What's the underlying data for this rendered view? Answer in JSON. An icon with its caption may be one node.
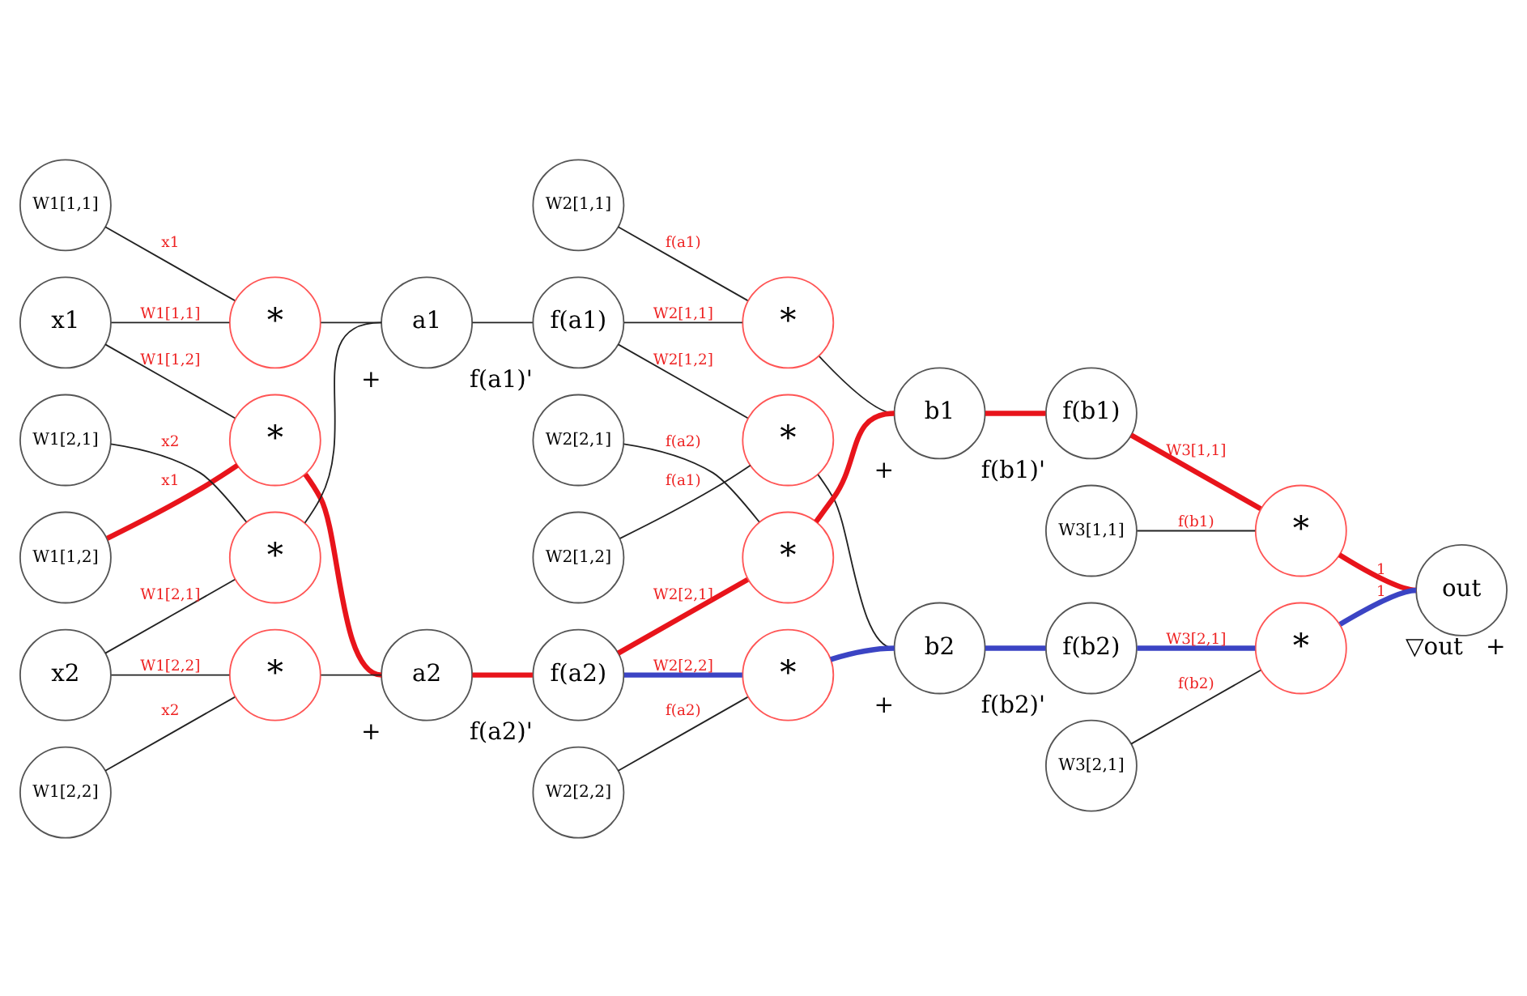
{
  "diagram": {
    "nodes": [
      {
        "text": [
          "W1[1,1]"
        ]
      },
      {
        "text": [
          "x1"
        ]
      },
      {
        "text": [
          "W1[1,2]"
        ]
      },
      {
        "text": [
          "W1[2,1]"
        ]
      },
      {
        "text": [
          "x2"
        ]
      },
      {
        "text": [
          "W1[2,2]"
        ]
      },
      {
        "text": [
          "*"
        ]
      },
      {
        "text": [
          "*"
        ]
      },
      {
        "text": [
          "*"
        ]
      },
      {
        "text": [
          "*"
        ]
      },
      {
        "text": [
          "a1"
        ],
        "beside": [
          "+"
        ]
      },
      {
        "text": [
          "a2"
        ],
        "beside": [
          "+"
        ]
      },
      {
        "text": [
          "f(a1)"
        ],
        "beside": [
          "f(a1)'"
        ]
      },
      {
        "text": [
          "f(a2)"
        ],
        "beside": [
          "f(a2)'"
        ]
      },
      {
        "text": [
          "W2[1,1]"
        ]
      },
      {
        "text": [
          "W2[1,2]"
        ]
      },
      {
        "text": [
          "W2[2,1]"
        ]
      },
      {
        "text": [
          "W2[2,2]"
        ]
      },
      {
        "text": [
          "*"
        ]
      },
      {
        "text": [
          "*"
        ]
      },
      {
        "text": [
          "*"
        ]
      },
      {
        "text": [
          "*"
        ]
      },
      {
        "text": [
          "b1"
        ],
        "beside": [
          "+"
        ]
      },
      {
        "text": [
          "b2"
        ],
        "beside": [
          "+"
        ]
      },
      {
        "text": [
          "f(b1)"
        ],
        "beside": [
          "f(b1)'"
        ]
      },
      {
        "text": [
          "f(b2)"
        ],
        "beside": [
          "f(b2)'"
        ]
      },
      {
        "text": [
          "W3[1,1]"
        ]
      },
      {
        "text": [
          "W3[2,1]"
        ]
      },
      {
        "text": [
          "*"
        ]
      },
      {
        "text": [
          "*"
        ]
      },
      {
        "text": [
          "out"
        ],
        "beside": [
          "▽out",
          "+"
        ]
      }
    ],
    "edges": [
      {
        "from": 0,
        "to": 6,
        "arrow": "none",
        "label": "x1"
      },
      {
        "from": 1,
        "to": 6,
        "arrow": "none",
        "label": "W1[1,1]"
      },
      {
        "from": 1,
        "to": 7,
        "arrow": "none",
        "label": "W1[1,2]"
      },
      {
        "from": 2,
        "to": 7,
        "arrow": "none",
        "label": "x1",
        "style": "thick",
        "color": "#e8141b"
      },
      {
        "from": 3,
        "to": 8,
        "arrow": "none",
        "label": "x2"
      },
      {
        "from": 4,
        "to": 8,
        "arrow": "none",
        "label": "W1[2,1]"
      },
      {
        "from": 4,
        "to": 9,
        "arrow": "none",
        "label": "W1[2,2]"
      },
      {
        "from": 5,
        "to": 9,
        "arrow": "none",
        "label": "x2"
      },
      {
        "from": 6,
        "to": 10,
        "arrow": "none"
      },
      {
        "from": 7,
        "to": 11,
        "arrow": "none",
        "style": "thick",
        "color": "#e8141b"
      },
      {
        "from": 8,
        "to": 10,
        "arrow": "none"
      },
      {
        "from": 9,
        "to": 11,
        "arrow": "none"
      },
      {
        "from": 10,
        "to": 12,
        "arrow": "none"
      },
      {
        "from": 11,
        "to": 13,
        "arrow": "none",
        "style": "thick",
        "color": "#e8141b"
      },
      {
        "from": 14,
        "to": 18,
        "arrow": "none",
        "label": "f(a1)"
      },
      {
        "from": 12,
        "to": 18,
        "arrow": "none",
        "label": "W2[1,1]"
      },
      {
        "from": 12,
        "to": 19,
        "arrow": "none",
        "label": "W2[1,2]"
      },
      {
        "from": 15,
        "to": 19,
        "arrow": "none",
        "label": "f(a1)"
      },
      {
        "from": 16,
        "to": 20,
        "arrow": "none",
        "label": "f(a2)"
      },
      {
        "from": 13,
        "to": 20,
        "arrow": "none",
        "label": "W2[2,1]",
        "style": "thick",
        "color": "#e8141b"
      },
      {
        "from": 13,
        "to": 21,
        "arrow": "none",
        "label": "W2[2,2]",
        "style": "thick",
        "color": "#3b44c4"
      },
      {
        "from": 17,
        "to": 21,
        "arrow": "none",
        "label": "f(a2)"
      },
      {
        "from": 18,
        "to": 22,
        "arrow": "none"
      },
      {
        "from": 19,
        "to": 23,
        "arrow": "none"
      },
      {
        "from": 20,
        "to": 22,
        "arrow": "none",
        "style": "thick",
        "color": "#e8141b"
      },
      {
        "from": 21,
        "to": 23,
        "arrow": "none",
        "style": "thick",
        "color": "#3b44c4"
      },
      {
        "from": 22,
        "to": 24,
        "arrow": "none",
        "style": "thick",
        "color": "#e8141b"
      },
      {
        "from": 23,
        "to": 25,
        "arrow": "none",
        "style": "thick",
        "color": "#3b44c4"
      },
      {
        "from": 24,
        "to": 28,
        "arrow": "none",
        "label": "W3[1,1]",
        "style": "thick",
        "color": "#e8141b"
      },
      {
        "from": 26,
        "to": 28,
        "arrow": "none",
        "label": "f(b1)"
      },
      {
        "from": 27,
        "to": 29,
        "arrow": "none",
        "label": "f(b2)"
      },
      {
        "from": 25,
        "to": 29,
        "arrow": "none",
        "label": "W3[2,1]",
        "style": "thick",
        "color": "#3b44c4"
      },
      {
        "from": 28,
        "to": 30,
        "arrow": "none",
        "label": "1",
        "style": "thick",
        "color": "#e8141b"
      },
      {
        "from": 29,
        "to": 30,
        "arrow": "none",
        "label": "1",
        "style": "thick",
        "color": "#3b44c4"
      }
    ]
  }
}
